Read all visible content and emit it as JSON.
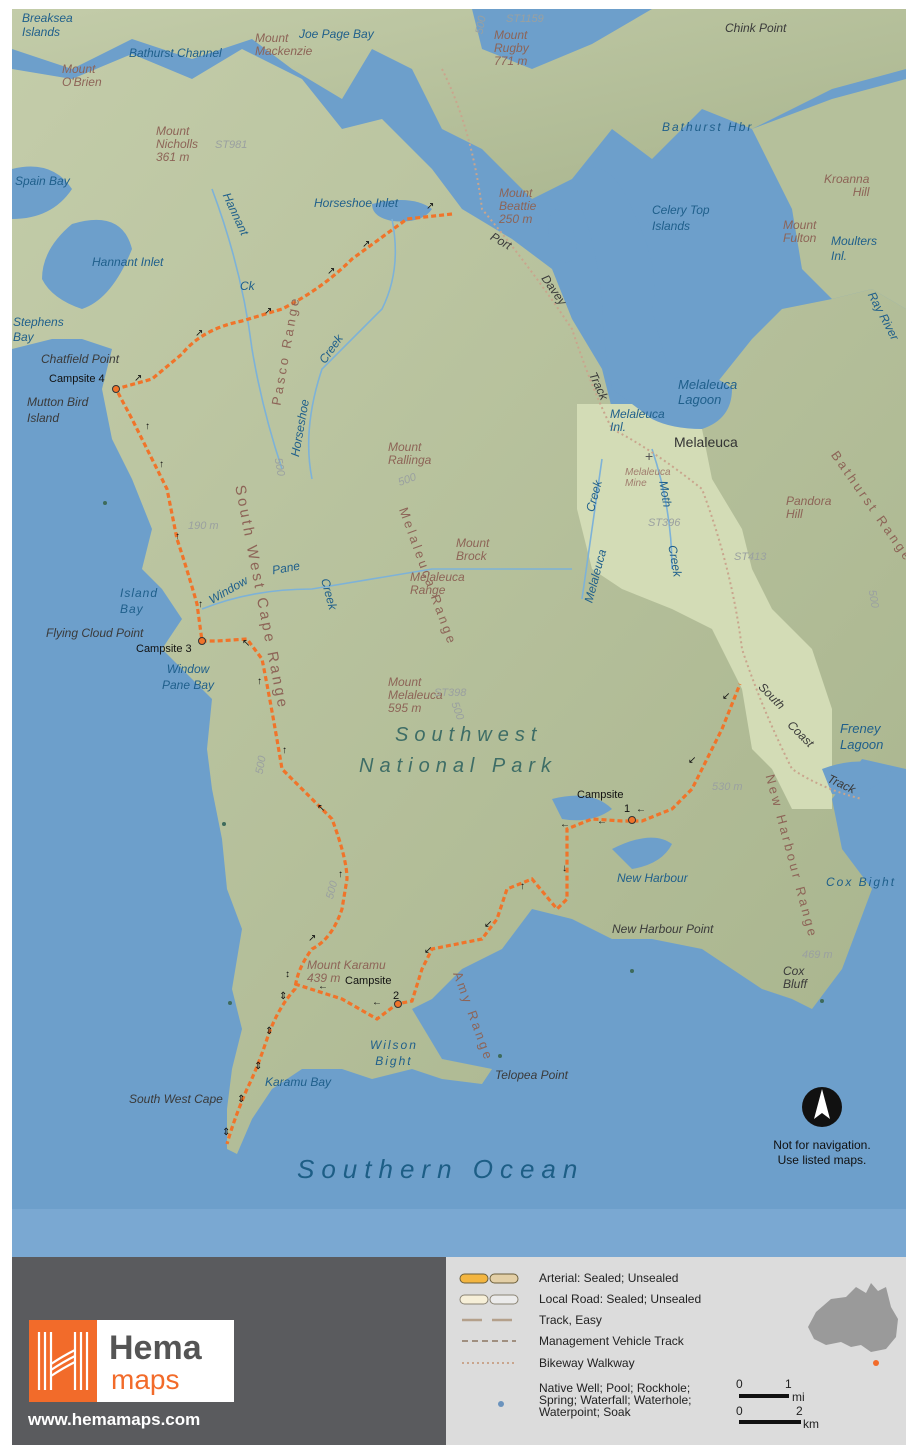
{
  "map": {
    "labels": {
      "breaksea": "Breaksea\nIslands",
      "bathurst_channel": "Bathurst Channel",
      "mount_mackenzie": "Mount\nMackenzie",
      "joe_page_bay": "Joe Page Bay",
      "mount_rugby": "Mount\nRugby\n771 m",
      "st1159": "ST1159",
      "chink_point": "Chink Point",
      "mount_obrien": "Mount\nO'Brien",
      "bathurst_hbr": "Bathurst  Hbr",
      "mount_nicholls": "Mount\nNicholls\n361 m",
      "st981": "ST981",
      "spain_bay": "Spain Bay",
      "hannant_ck": "Hannant",
      "hannant_ck2": "Ck",
      "horseshoe_inlet": "Horseshoe Inlet",
      "mount_beattie": "Mount\nBeattie\n250 m",
      "kroanna_hill": "Kroanna\nHill",
      "celery_top": "Celery Top\nIslands",
      "mount_fulton": "Mount\nFulton",
      "moulters_inl": "Moulters\nInl.",
      "hannant_inlet": "Hannant Inlet",
      "port": "Port",
      "davey": "Davey",
      "track": "Track",
      "ray_river": "Ray River",
      "stephens_bay": "Stephens\nBay",
      "chatfield_point": "Chatfield Point",
      "campsite4": "Campsite 4",
      "pasco_range": "Pasco Range",
      "creek_horseshoe1": "Creek",
      "horseshoe": "Horseshoe",
      "melaleuca_lagoon": "Melaleuca\nLagoon",
      "mutton_bird": "Mutton Bird\nIsland",
      "melaleuca_inl": "Melaleuca\nInl.",
      "melaleuca": "Melaleuca",
      "mount_rallinga": "Mount\nRallinga",
      "bathurst_range": "Bathurst Range",
      "melaleuca_mine": "Melaleuca\nMine",
      "moth": "Moth",
      "creek_moth": "Creek",
      "creek_melaleuca": "Creek",
      "melaleuca_creek": "Melaleuca",
      "pandora_hill": "Pandora\nHill",
      "south_west_cape_range_top": "South  West  Cape  Range",
      "st396": "ST396",
      "st413": "ST413",
      "mount_brock": "Mount\nBrock",
      "melaleuca_range_lbl": "Melaleuca\nRange",
      "melaleuca_range": "Melaleuca Range",
      "h190": "190 m",
      "window": "Window",
      "pane": "Pane",
      "creek_window": "Creek",
      "island_bay": "Island\nBay",
      "flying_cloud": "Flying Cloud Point",
      "campsite3": "Campsite 3",
      "window_pane_bay": "Window\nPane Bay",
      "mount_melaleuca": "Mount\nMelaleuca\n595 m",
      "st398": "ST398",
      "southwest": "Southwest",
      "national_park": "National  Park",
      "south_coast_track": "South",
      "coast": "Coast",
      "track2": "Track",
      "freney_lagoon": "Freney\nLagoon",
      "campsite1": "Campsite",
      "num1": "1",
      "h530": "530 m",
      "new_harbour_range": "New Harbour Range",
      "new_harbour": "New Harbour",
      "cox_bight": "Cox  Bight",
      "new_harbour_point": "New Harbour Point",
      "mount_karamu": "Mount Karamu\n439 m",
      "campsite2": "Campsite",
      "num2": "2",
      "amy_range": "Amy Range",
      "cox_bluff": "Cox\nBluff",
      "h469": "469 m",
      "wilson_bight": "Wilson\nBight",
      "telopea_point": "Telopea Point",
      "karamu_bay": "Karamu Bay",
      "south_west_cape": "South West Cape",
      "southern_ocean": "Southern  Ocean",
      "c500a": "500",
      "c500b": "500",
      "c500c": "500",
      "c500d": "500",
      "c500e": "500",
      "c500f": "500",
      "c500g": "500",
      "not_for_nav": "Not for navigation.\nUse listed maps."
    }
  },
  "legend": {
    "website": "www.hemamaps.com",
    "logo_word1": "Hema",
    "logo_word2": "maps",
    "items": [
      "Arterial: Sealed; Unsealed",
      "Local Road: Sealed; Unsealed",
      "Track, Easy",
      "Management Vehicle Track",
      "Bikeway Walkway",
      "Native Well; Pool; Rockhole;\nSpring; Waterfall; Waterhole;\nWaterpoint; Soak"
    ],
    "scale_mi_0": "0",
    "scale_mi_1": "1",
    "scale_mi_unit": "mi",
    "scale_km_0": "0",
    "scale_km_2": "2",
    "scale_km_unit": "km"
  },
  "colors": {
    "water": "#6d9fcb",
    "land": "#b8c39f",
    "route": "#f0742a",
    "legend_dark": "#5a5b5e",
    "legend_light": "#dcdcdc",
    "hema_orange": "#f26b2a"
  },
  "icons": [
    "north-arrow-icon",
    "campsite-marker-icon",
    "airstrip-icon",
    "route-arrow-icon",
    "australia-inset-icon",
    "hema-logo-icon"
  ]
}
